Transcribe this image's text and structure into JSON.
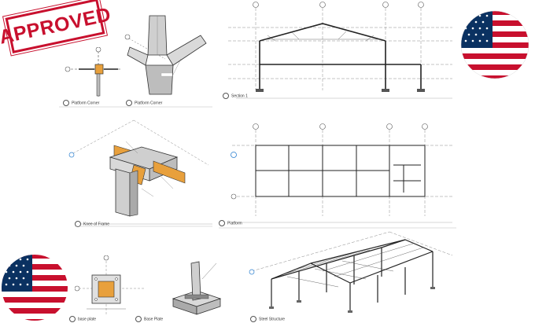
{
  "stamp": {
    "text": "APPROVED",
    "color": "#c8102e"
  },
  "flag": {
    "red": "#c8102e",
    "white": "#ffffff",
    "blue": "#0a3161"
  },
  "views": {
    "platform_corner_1": {
      "caption": "Platform Corner"
    },
    "platform_corner_2": {
      "caption": "Platform Corner"
    },
    "section": {
      "caption": "Section 1"
    },
    "knee": {
      "caption": "Knee of Frame"
    },
    "platform": {
      "caption": "Platform"
    },
    "base_plate_plan": {
      "caption": "base plate"
    },
    "base_plate": {
      "caption": "Base Plate"
    },
    "steel_structure": {
      "caption": "Steel Structure"
    }
  },
  "colors": {
    "line": "#333333",
    "dash": "#888888",
    "accent": "#f0a030",
    "grid_bubble": "#2a7fd0"
  }
}
